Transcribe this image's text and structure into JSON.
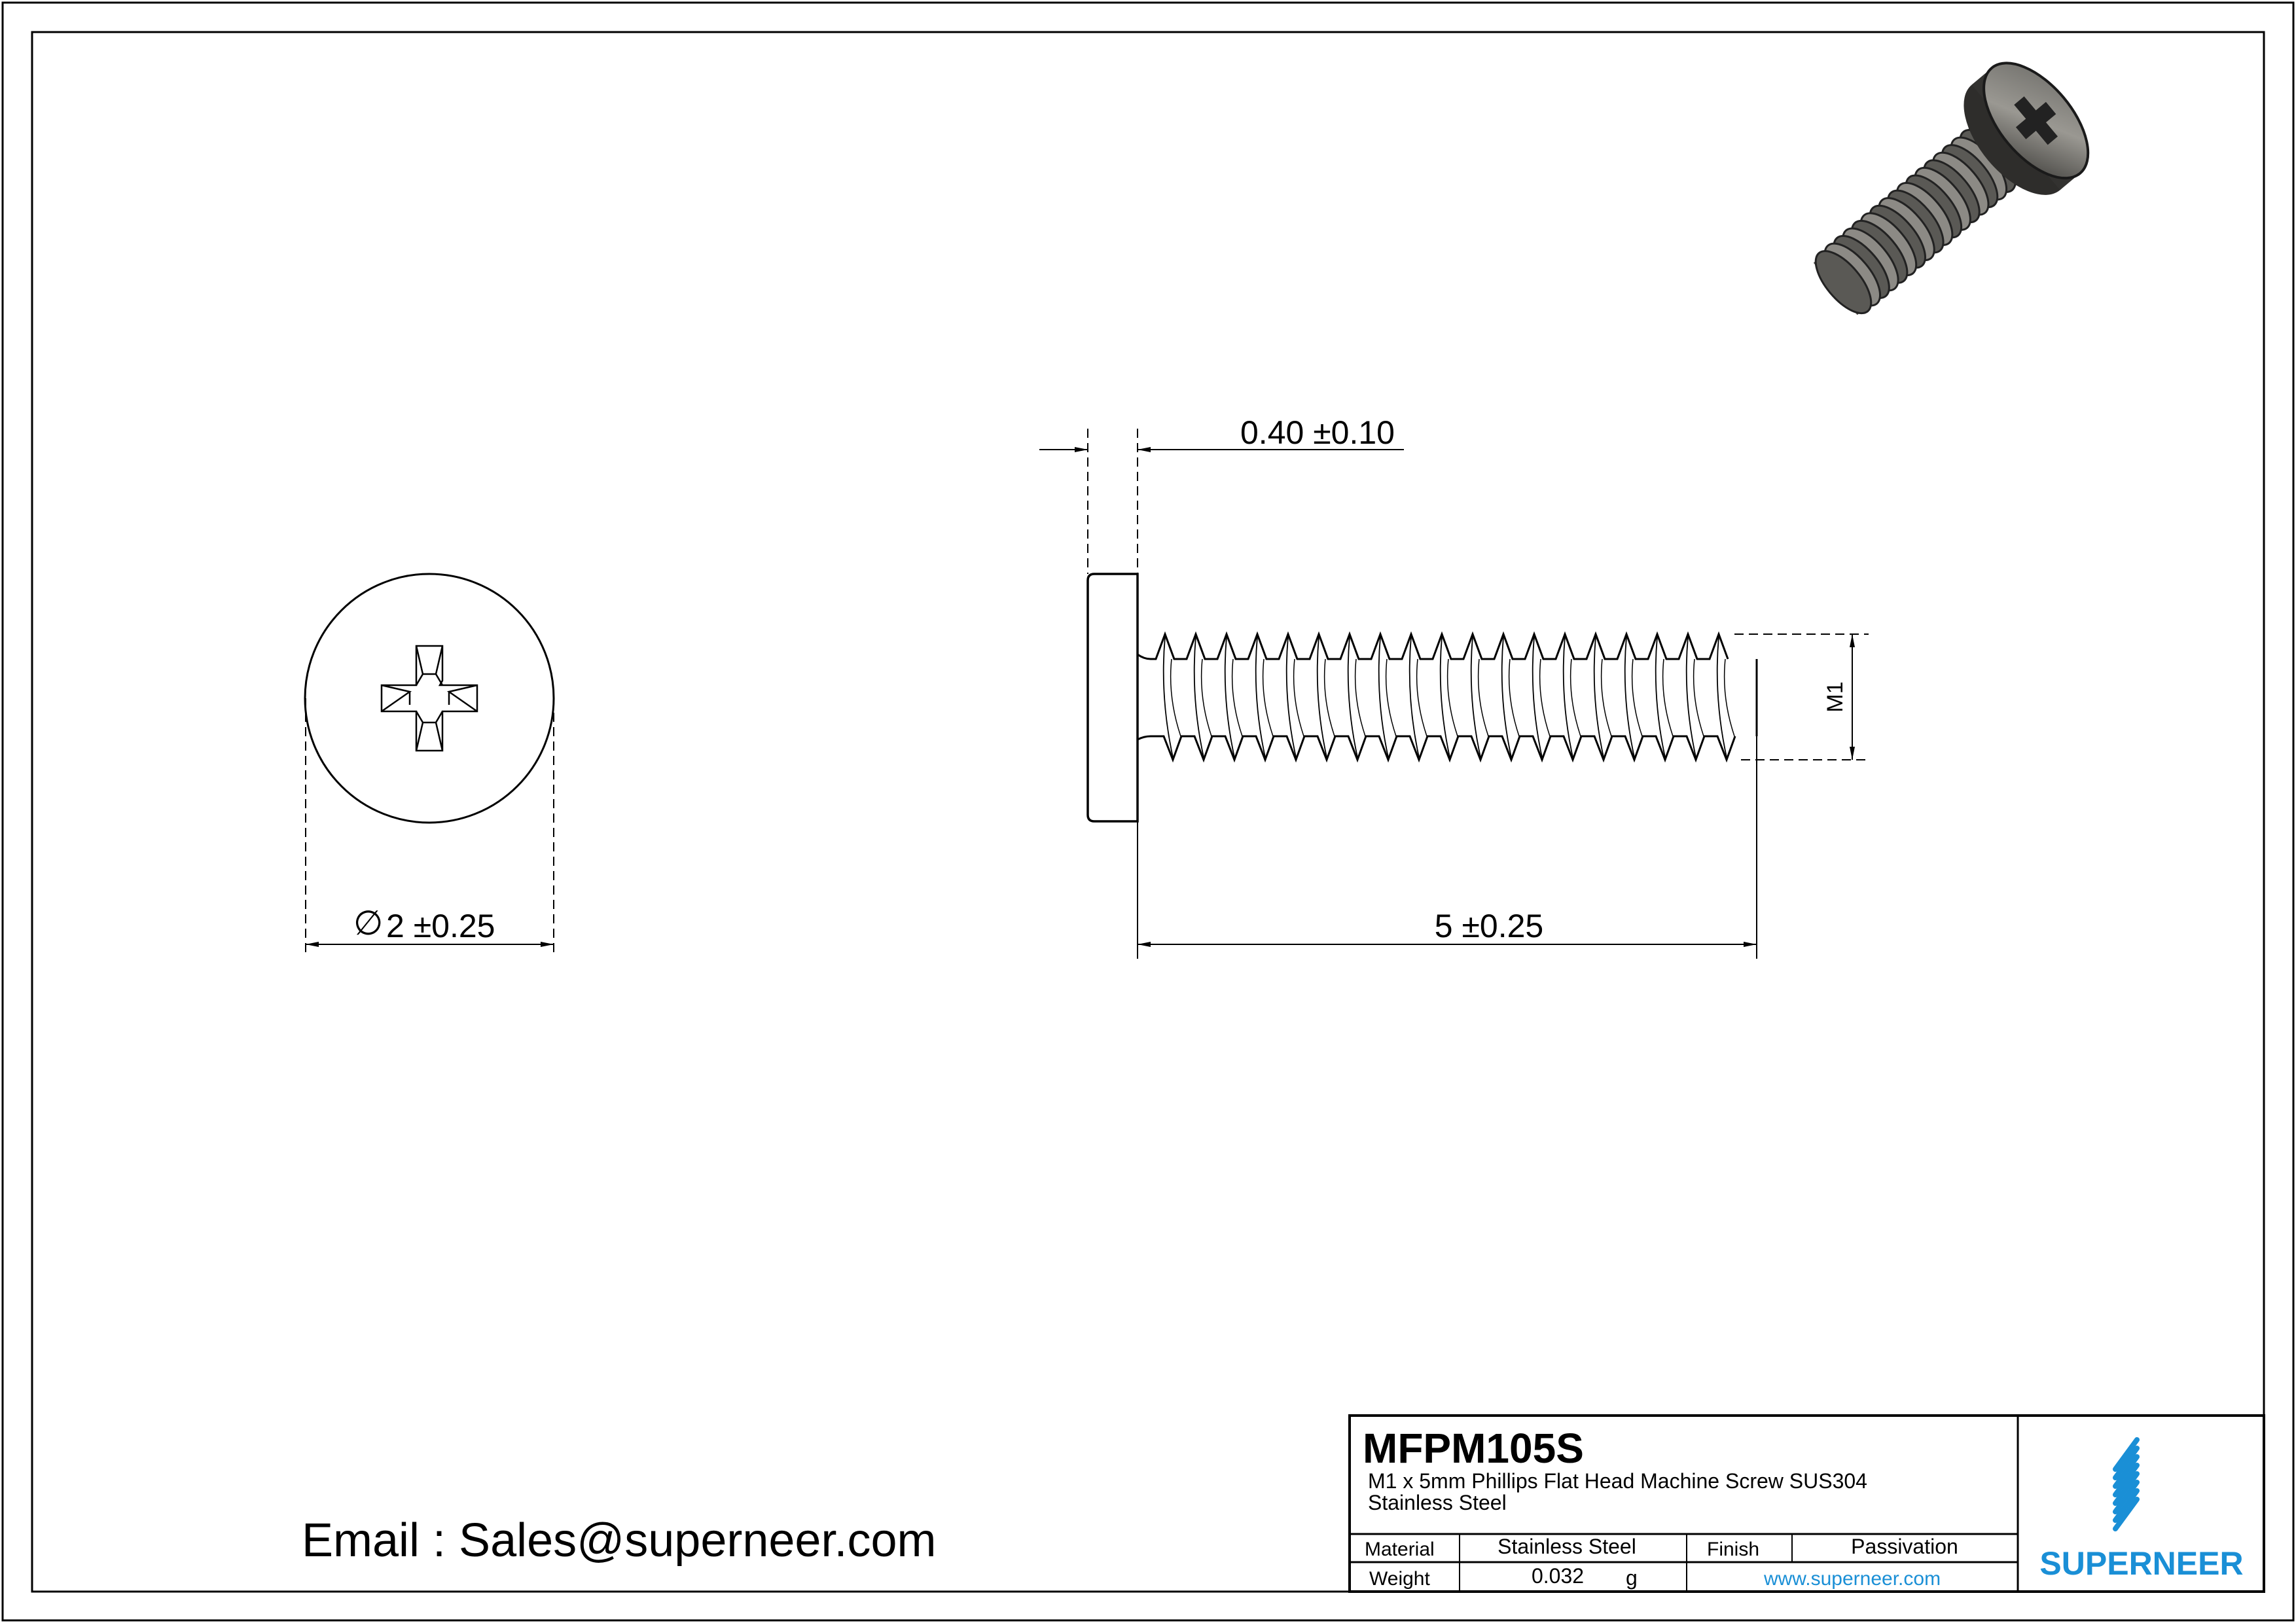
{
  "drawing": {
    "dimensions": {
      "head_height": "0.40 ±0.10",
      "head_diameter_symbol": "∅",
      "head_diameter": "2 ±0.25",
      "length": "5 ±0.25",
      "thread": "M1"
    },
    "email": "Email : Sales@superneer.com"
  },
  "title_block": {
    "part_number": "MFPM105S",
    "description_line1": "M1 x 5mm Phillips Flat Head Machine Screw SUS304",
    "description_line2": "Stainless Steel",
    "material_label": "Material",
    "material_value": "Stainless Steel",
    "finish_label": "Finish",
    "finish_value": "Passivation",
    "weight_label": "Weight",
    "weight_value": "0.032",
    "weight_unit": "g",
    "website": "www.superneer.com",
    "logo_text": "SUPERNEER"
  },
  "colors": {
    "brand": "#1a8fd6",
    "line": "#000000"
  }
}
